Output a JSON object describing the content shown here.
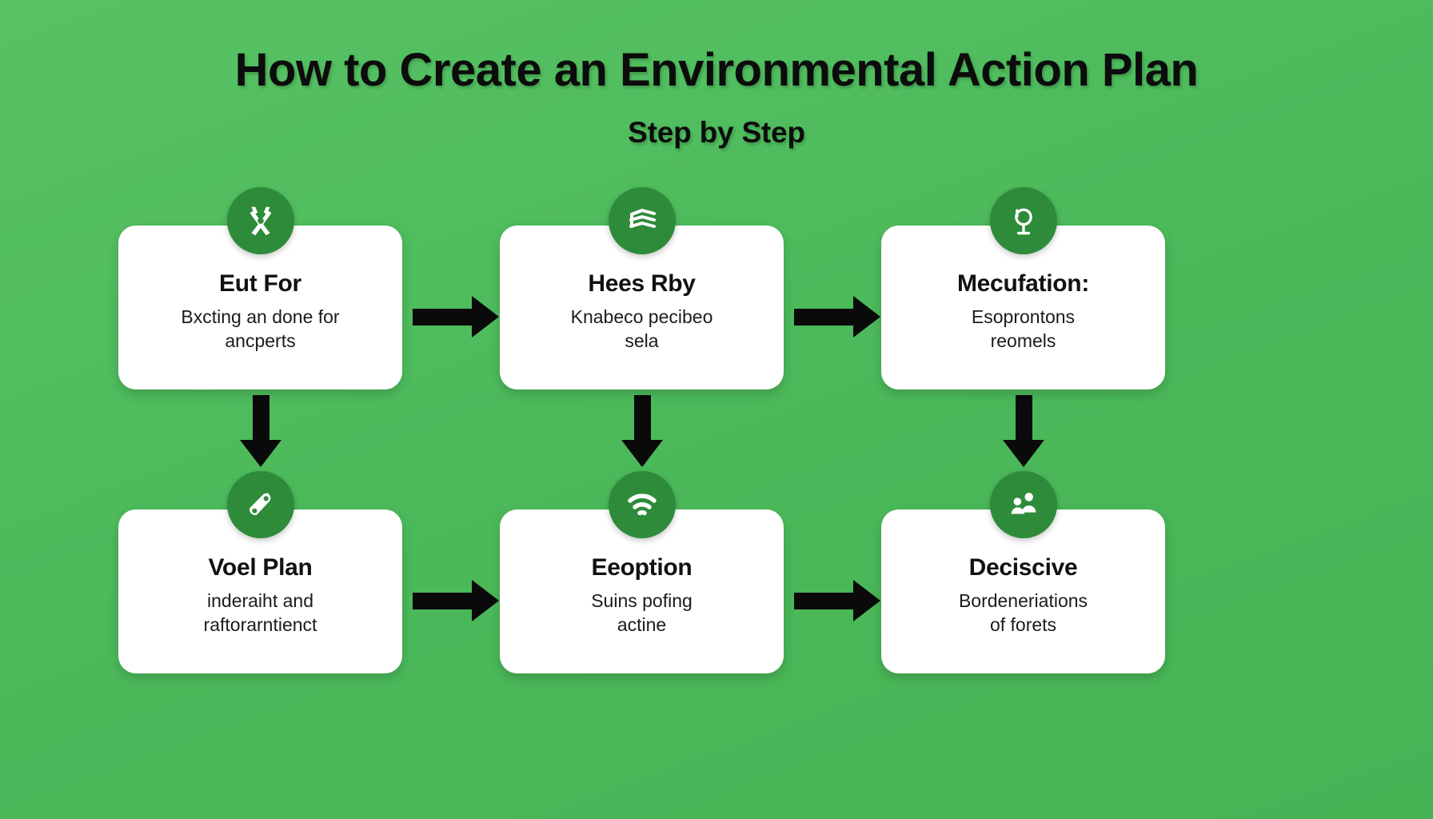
{
  "header": {
    "title": "How to Create an Environmental Action Plan",
    "subtitle": "Step by Step"
  },
  "theme": {
    "background_green": "#4CBA5B",
    "badge_green": "#2E8B3A",
    "card_white": "#FFFFFF",
    "arrow_black": "#0A0A0A",
    "text_black": "#111111"
  },
  "steps": [
    {
      "icon": "crossed-tools-icon",
      "title": "Eut For",
      "desc_line1": "Bxcting an done for",
      "desc_line2": "ancperts"
    },
    {
      "icon": "stacked-layers-icon",
      "title": "Hees Rby",
      "desc_line1": "Knabeco pecibeo",
      "desc_line2": "sela"
    },
    {
      "icon": "magnifier-icon",
      "title": "Mecufation:",
      "desc_line1": "Esoprontons",
      "desc_line2": "reomels"
    },
    {
      "icon": "wrench-icon",
      "title": "Voel Plan",
      "desc_line1": "inderaiht and",
      "desc_line2": "raftorarntienct"
    },
    {
      "icon": "wifi-icon",
      "title": "Eeoption",
      "desc_line1": "Suins pofing",
      "desc_line2": "actine"
    },
    {
      "icon": "people-icon",
      "title": "Deciscive",
      "desc_line1": "Bordeneriations",
      "desc_line2": "of forets"
    }
  ],
  "connectors": {
    "horizontal": [
      "arrow-step1-to-step2",
      "arrow-step2-to-step3",
      "arrow-step4-to-step5",
      "arrow-step5-to-step6"
    ],
    "vertical": [
      "arrow-step1-to-step4",
      "arrow-step2-to-step5",
      "arrow-step3-to-step6"
    ]
  }
}
